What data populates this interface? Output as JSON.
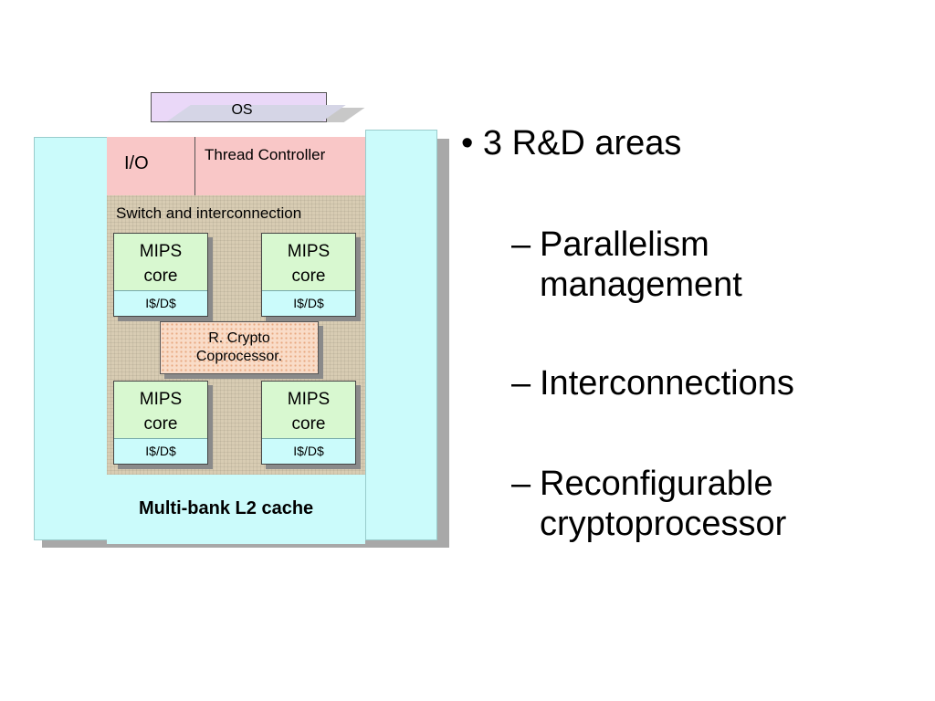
{
  "diagram": {
    "os_label": "OS",
    "io_label": "I/O",
    "thread_controller_label": "Thread Controller",
    "switch_label": "Switch and interconnection",
    "cores": [
      {
        "title_line1": "MIPS",
        "title_line2": "core",
        "cache": "I$/D$"
      },
      {
        "title_line1": "MIPS",
        "title_line2": "core",
        "cache": "I$/D$"
      },
      {
        "title_line1": "MIPS",
        "title_line2": "core",
        "cache": "I$/D$"
      },
      {
        "title_line1": "MIPS",
        "title_line2": "core",
        "cache": "I$/D$"
      }
    ],
    "crypto_line1": "R. Crypto",
    "crypto_line2": "Coprocessor.",
    "l2_label": "Multi-bank L2 cache"
  },
  "bullets": {
    "main": "3 R&D areas",
    "sub_items": [
      {
        "line1": "Parallelism",
        "line2": "management"
      },
      {
        "line1": "Interconnections",
        "line2": ""
      },
      {
        "line1": "Reconfigurable",
        "line2": "cryptoprocessor"
      }
    ]
  },
  "colors": {
    "cache_cyan": "#cbfbfb",
    "io_pink": "#f9c7c7",
    "core_green": "#d8f8d0",
    "os_purple": "#ead8f8",
    "crypto_peach": "#f9dcc8"
  }
}
